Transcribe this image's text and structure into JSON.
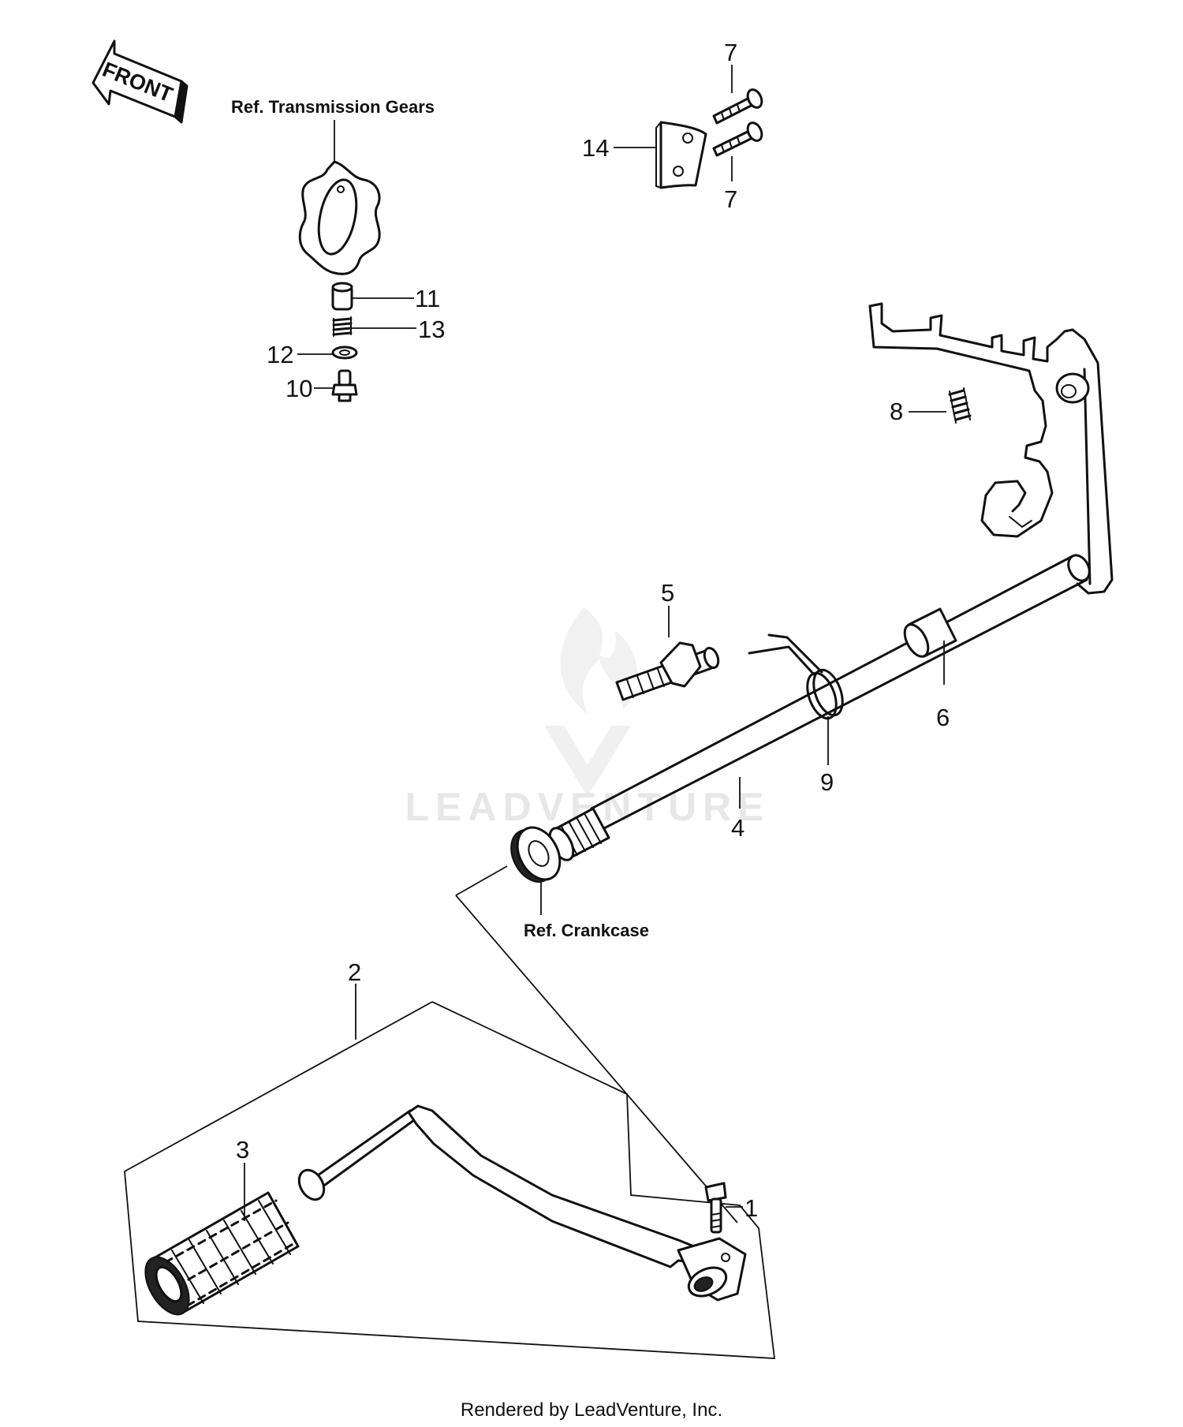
{
  "front_arrow": {
    "text": "FRONT"
  },
  "references": {
    "transmission": "Ref. Transmission Gears",
    "crankcase": "Ref. Crankcase"
  },
  "callouts": {
    "c1": "1",
    "c2": "2",
    "c3": "3",
    "c4": "4",
    "c5": "5",
    "c6": "6",
    "c7a": "7",
    "c7b": "7",
    "c8": "8",
    "c9": "9",
    "c10": "10",
    "c11": "11",
    "c12": "12",
    "c13": "13",
    "c14": "14"
  },
  "watermark": {
    "text": "LEADVENTURE"
  },
  "footer": {
    "text": "Rendered by LeadVenture, Inc."
  }
}
